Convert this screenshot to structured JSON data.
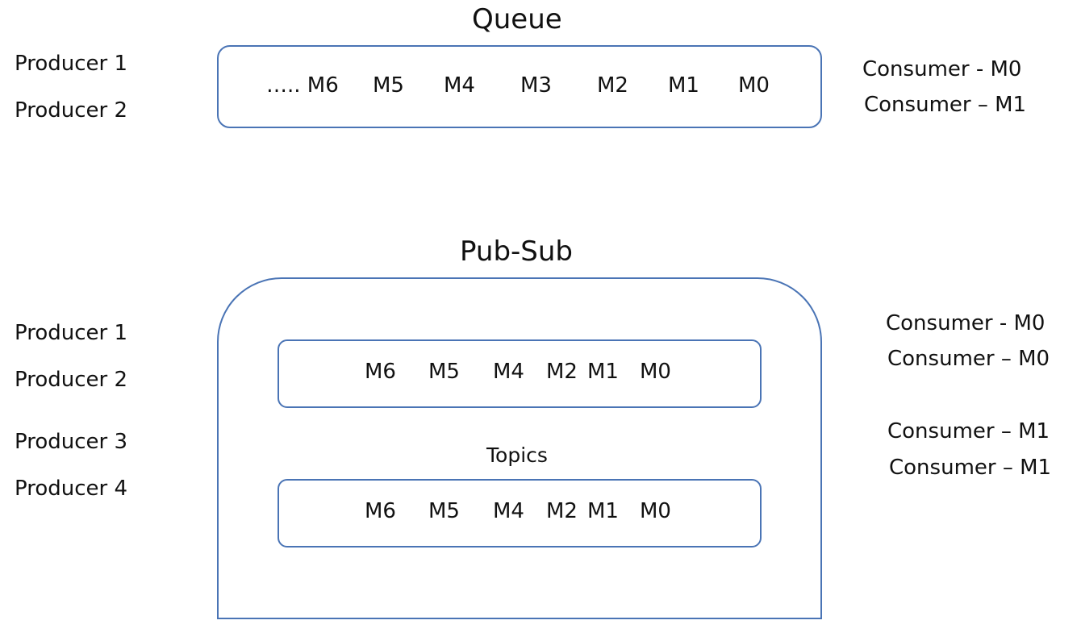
{
  "queue": {
    "title": "Queue",
    "producers": [
      "Producer 1",
      "Producer 2"
    ],
    "messages": [
      "….. M6",
      "M5",
      "M4",
      "M3",
      "M2",
      "M1",
      "M0"
    ],
    "consumers": [
      "Consumer - M0",
      "Consumer – M1"
    ]
  },
  "pubsub": {
    "title": "Pub-Sub",
    "producers": [
      "Producer 1",
      "Producer 2",
      "Producer 3",
      "Producer 4"
    ],
    "topics_label": "Topics",
    "topic_1_messages": [
      "M6",
      "M5",
      "M4",
      "M2",
      "M1",
      "M0"
    ],
    "topic_2_messages": [
      "M6",
      "M5",
      "M4",
      "M2",
      "M1",
      "M0"
    ],
    "consumers": [
      "Consumer - M0",
      "Consumer – M0",
      "Consumer – M1",
      "Consumer – M1"
    ]
  },
  "colors": {
    "border": "#4a74b5",
    "text": "#111111",
    "background": "#ffffff"
  }
}
